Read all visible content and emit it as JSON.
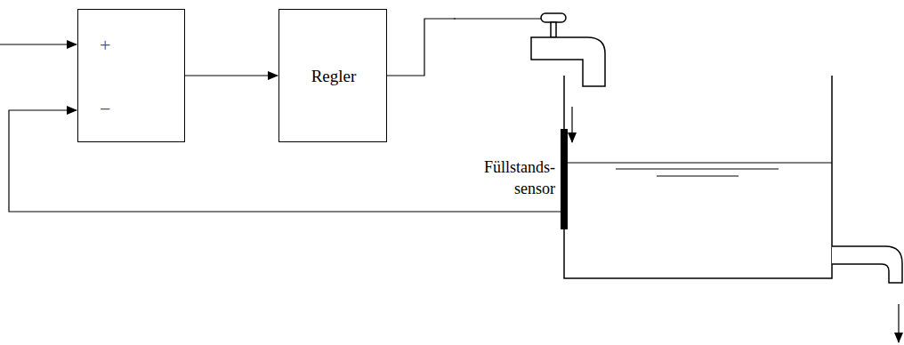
{
  "diagram": {
    "nodes": [
      {
        "text": [
          "+",
          "−"
        ]
      },
      {
        "text": [
          "Regler"
        ]
      }
    ],
    "edges": [
      {
        "from": 0,
        "to": 1,
        "arrow": "to"
      }
    ],
    "labels": [
      "Füllstands- sensor"
    ]
  }
}
